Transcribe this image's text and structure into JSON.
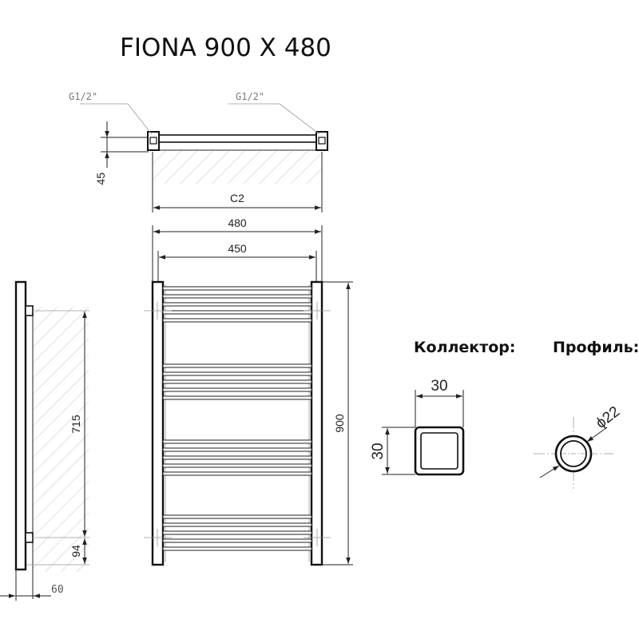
{
  "title": "FIONA 900 X 480",
  "top_view": {
    "connection_left": "G1/2\"",
    "connection_right": "G1/2\"",
    "depth": "45",
    "center_distance": "C2"
  },
  "front_view": {
    "width_overall": "480",
    "width_inner": "450",
    "height": "900",
    "rail_groups": 4,
    "rails_per_group": 5
  },
  "side_view": {
    "bracket_spacing": "715",
    "bottom_offset": "94",
    "wall_distance": "60"
  },
  "collector": {
    "heading": "Коллектор:",
    "width": "30",
    "height": "30"
  },
  "profile": {
    "heading": "Профиль:",
    "diameter": "ϕ22"
  }
}
